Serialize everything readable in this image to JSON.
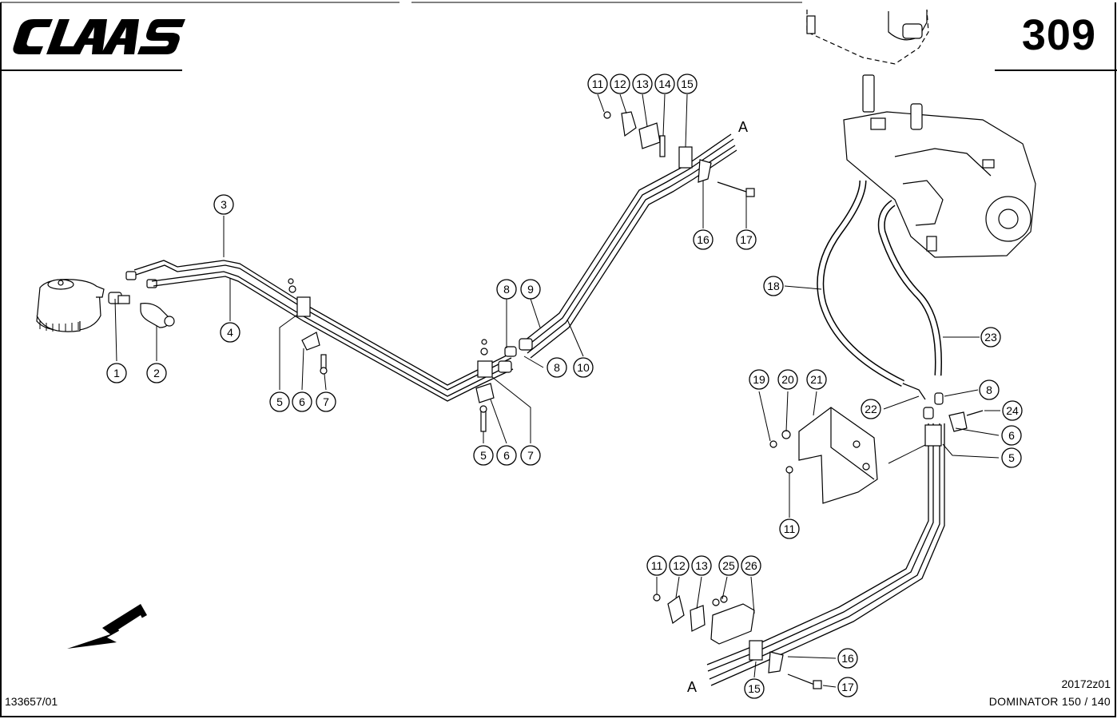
{
  "header": {
    "brand": "CLAAS",
    "page_number": "309"
  },
  "footer": {
    "document_number": "133657/01",
    "drawing_number": "20172z01",
    "model": "DOMINATOR 150 / 140"
  },
  "connection_marker": "A",
  "callouts": [
    {
      "label": "1"
    },
    {
      "label": "2"
    },
    {
      "label": "3"
    },
    {
      "label": "4"
    },
    {
      "label": "5"
    },
    {
      "label": "6"
    },
    {
      "label": "7"
    },
    {
      "label": "5"
    },
    {
      "label": "6"
    },
    {
      "label": "7"
    },
    {
      "label": "8"
    },
    {
      "label": "9"
    },
    {
      "label": "8"
    },
    {
      "label": "10"
    },
    {
      "label": "11"
    },
    {
      "label": "12"
    },
    {
      "label": "13"
    },
    {
      "label": "14"
    },
    {
      "label": "15"
    },
    {
      "label": "16"
    },
    {
      "label": "17"
    },
    {
      "label": "18"
    },
    {
      "label": "23"
    },
    {
      "label": "8"
    },
    {
      "label": "22"
    },
    {
      "label": "24"
    },
    {
      "label": "6"
    },
    {
      "label": "5"
    },
    {
      "label": "19"
    },
    {
      "label": "20"
    },
    {
      "label": "21"
    },
    {
      "label": "11"
    },
    {
      "label": "11"
    },
    {
      "label": "12"
    },
    {
      "label": "13"
    },
    {
      "label": "25"
    },
    {
      "label": "26"
    },
    {
      "label": "16"
    },
    {
      "label": "15"
    },
    {
      "label": "17"
    }
  ]
}
